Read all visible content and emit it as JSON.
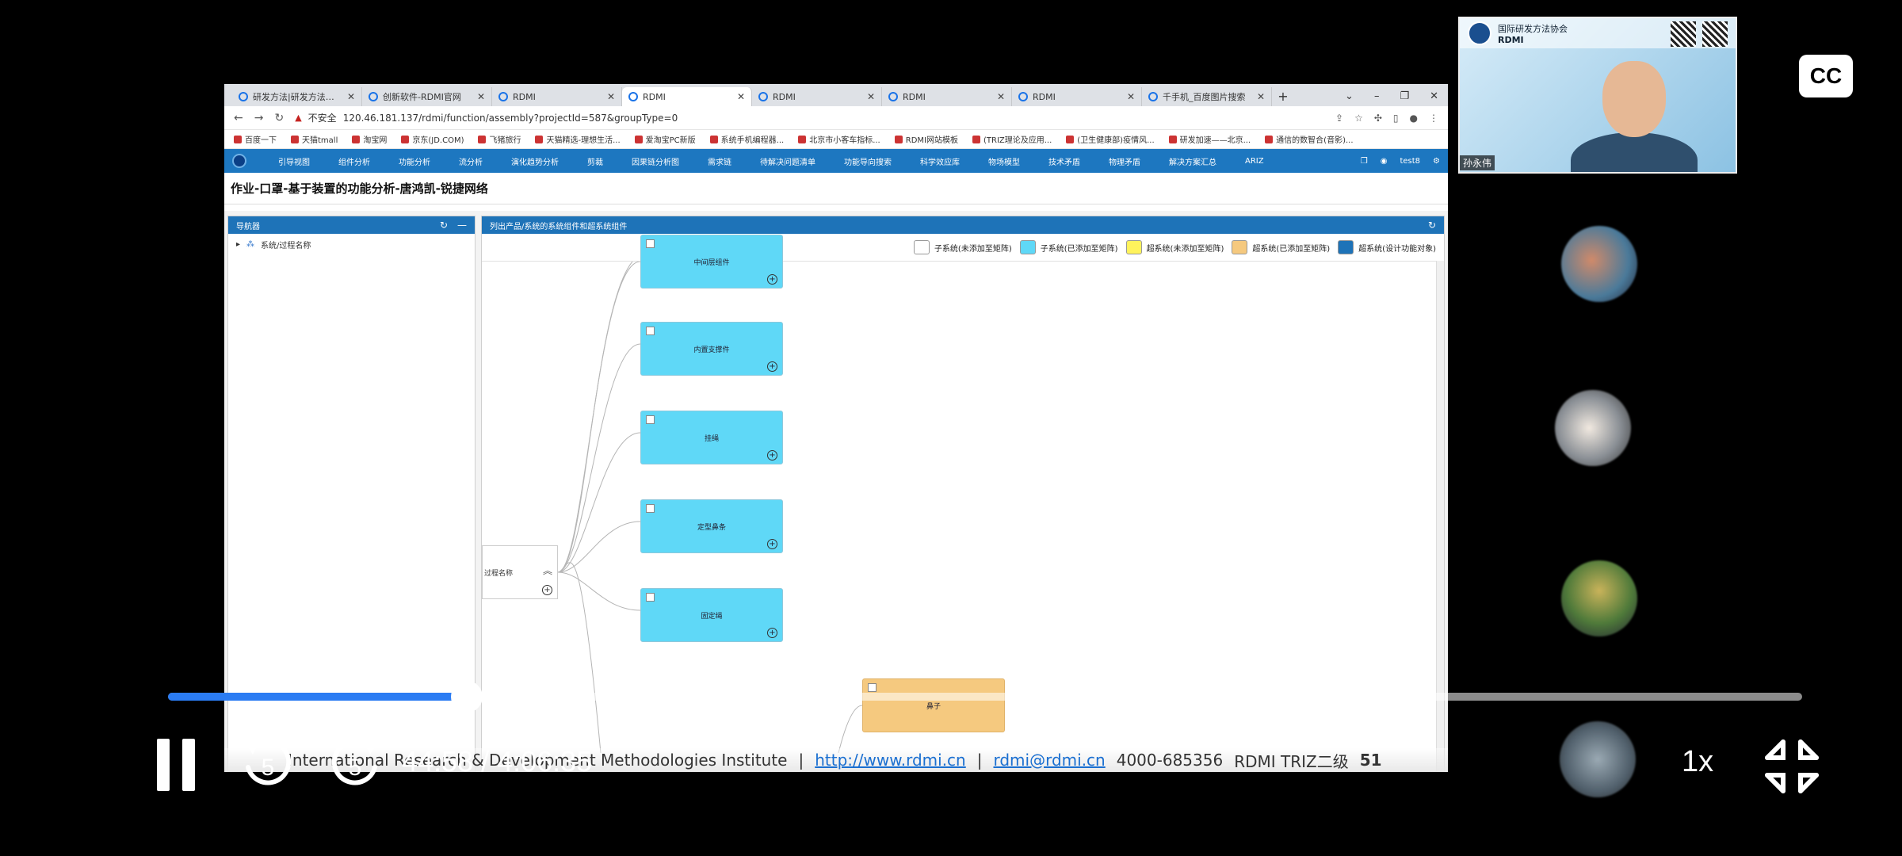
{
  "browser": {
    "tabs": [
      {
        "label": "研发方法|研发方法论|研发",
        "active": false
      },
      {
        "label": "创新软件-RDMI官网",
        "active": false
      },
      {
        "label": "RDMI",
        "active": false
      },
      {
        "label": "RDMI",
        "active": true
      },
      {
        "label": "RDMI",
        "active": false
      },
      {
        "label": "RDMI",
        "active": false
      },
      {
        "label": "RDMI",
        "active": false
      },
      {
        "label": "千手机_百度图片搜索",
        "active": false
      }
    ],
    "new_tab": "+",
    "insecure_label": "不安全",
    "url": "120.46.181.137/rdmi/function/assembly?projectId=587&groupType=0",
    "bookmarks": [
      "百度一下",
      "天猫tmall",
      "淘宝网",
      "京东(JD.COM)",
      "飞猪旅行",
      "天猫精选-理想生活...",
      "爱淘宝PC新版",
      "系统手机编程器...",
      "北京市小客车指标...",
      "RDMI网站模板",
      "(TRIZ理论及应用...",
      "(卫生健康部)疫情风...",
      "研发加速——北京...",
      "通信的数智合(音影)..."
    ]
  },
  "app": {
    "nav": [
      "引导视图",
      "组件分析",
      "功能分析",
      "流分析",
      "演化趋势分析",
      "剪裁",
      "因果链分析图",
      "需求链",
      "待解决问题清单",
      "功能导向搜索",
      "科学效应库",
      "物场模型",
      "技术矛盾",
      "物理矛盾",
      "解决方案汇总",
      "ARIZ"
    ],
    "user": "test8",
    "page_title": "作业-口罩-基于装置的功能分析-唐鸿凯-锐捷网络",
    "sidebar": {
      "title": "导航器",
      "tree_item": "系统/过程名称"
    },
    "main": {
      "title": "列出产品/系统的系统组件和超系统组件",
      "legend": [
        {
          "label": "子系统(未添加至矩阵)",
          "color": "#ffffff"
        },
        {
          "label": "子系统(已添加至矩阵)",
          "color": "#5fd8f7"
        },
        {
          "label": "超系统(未添加至矩阵)",
          "color": "#fff35c"
        },
        {
          "label": "超系统(已添加至矩阵)",
          "color": "#f5c97f"
        },
        {
          "label": "超系统(设计功能对象)",
          "color": "#1e73b8"
        }
      ],
      "root_label": "过程名称",
      "nodes": [
        "中间层组件",
        "内置支撑件",
        "挂绳",
        "定型鼻条",
        "固定绳",
        "鼻子"
      ]
    },
    "footer": {
      "org": "International Research & Development Methodologies Institute",
      "link": "http://www.rdmi.cn",
      "email": "rdmi@rdmi.cn",
      "phone": "4000-685356",
      "course": "RDMI TRIZ二级",
      "page_no": "51"
    }
  },
  "webcam": {
    "org": "国际研发方法协会",
    "brand": "RDMI",
    "speaker": "孙永伟"
  },
  "player": {
    "cc": "CC",
    "time": "44:58 / 4:06:35",
    "speed": "1x",
    "progress": 0.1827,
    "rewind_seconds": "5",
    "forward_seconds": "5"
  }
}
